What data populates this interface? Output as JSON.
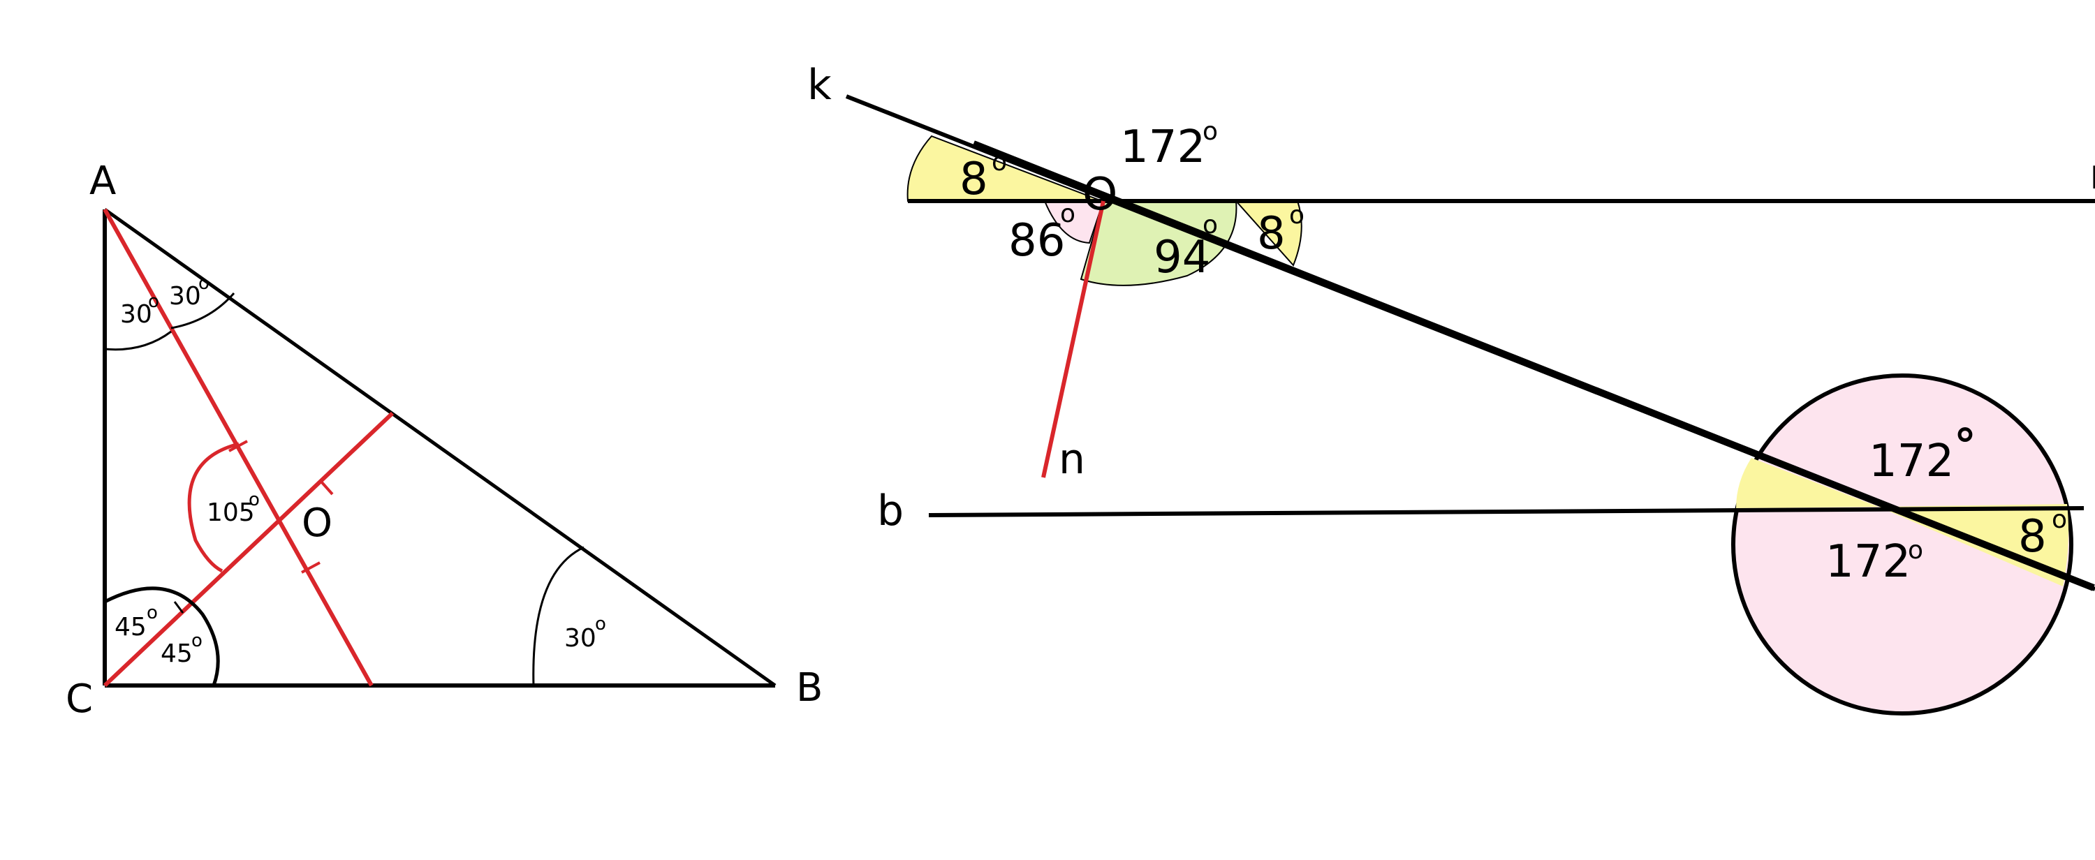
{
  "colors": {
    "line": "#000000",
    "red": "#d9262b",
    "yellow": "#fbf6a0",
    "pink": "#fde4ee",
    "green": "#dff2b4"
  },
  "triangle": {
    "vertices": {
      "a": "A",
      "b": "B",
      "c": "C",
      "o": "O"
    },
    "angles": {
      "a_left": "30",
      "a_right": "30",
      "c_upper": "45",
      "c_lower": "45",
      "center": "105",
      "b": "30",
      "degree_mark": "o"
    }
  },
  "lines_figure": {
    "labels": {
      "k": "k",
      "m": "m",
      "n": "n",
      "b": "b",
      "o": "O"
    },
    "angles": {
      "top_left": "8",
      "top_right": "172",
      "mid_right": "8",
      "pink": "86",
      "green": "94",
      "circle_top": "172",
      "circle_bottom": "172",
      "circle_right": "8",
      "degree_mark": "o",
      "degree_bold": "°"
    }
  }
}
